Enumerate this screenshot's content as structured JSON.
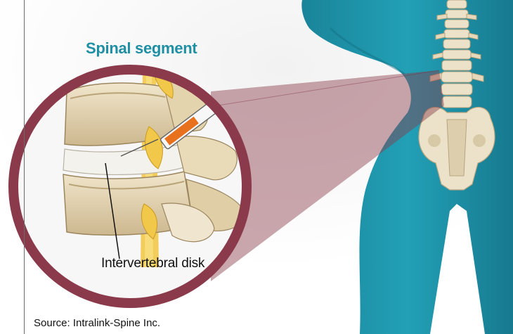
{
  "diagram": {
    "title": "Spinal segment",
    "callout_label": "Intervertebral disk",
    "source": "Source: Intralink-Spine Inc."
  },
  "colors": {
    "body_teal": "#1b8ea3",
    "ring_maroon": "#8a3a4a",
    "title_blue": "#1f8fa4",
    "bone": "#e6d6b4",
    "nerve_yellow": "#f2c84a",
    "syringe_orange": "#e8711e"
  }
}
